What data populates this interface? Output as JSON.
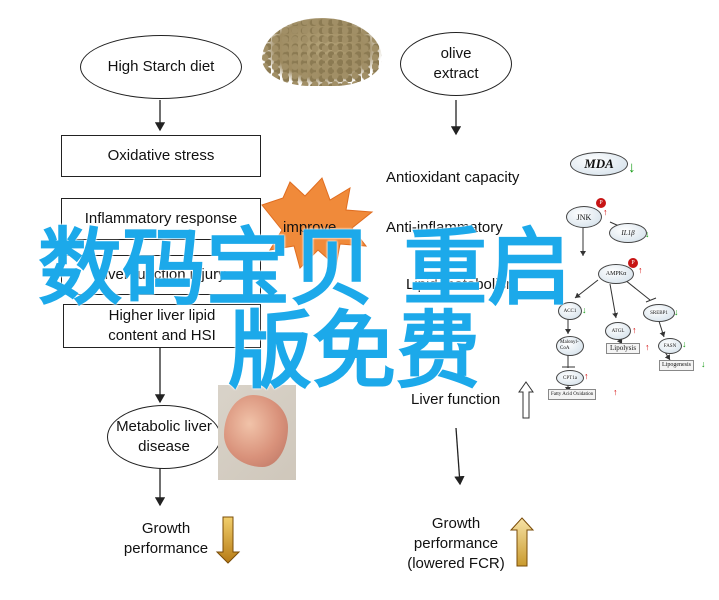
{
  "left_chain": {
    "start": "High Starch diet",
    "steps": [
      "Oxidative stress",
      "Inflammatory response",
      "Liver function injury",
      "Higher liver lipid content and HSI"
    ],
    "disease": "Metabolic liver disease",
    "outcome": "Growth performance"
  },
  "right_chain": {
    "start": "olive extract",
    "steps": [
      "Antioxidant capacity",
      "Anti-inflammatory",
      "Lipid metabolism",
      "Liver function"
    ],
    "outcome": "Growth performance (lowered FCR)"
  },
  "burst_label": "improve",
  "watermark": {
    "line1": "数码宝贝 重启",
    "line2": "版免费"
  },
  "pathway": {
    "mda": "MDA",
    "jnk": "JNK",
    "il1b": "IL1β",
    "p": "P",
    "ampk": "AMPKα",
    "acc": "ACC1",
    "atgl": "ATGL",
    "srebp": "SREBP1",
    "malonyl": "Malonyl-CoA",
    "lipolysis": "Lipolysis",
    "fasn": "FASN",
    "cpt": "CPT1a",
    "lipogenesis": "Lipogenesis",
    "fao": "Fatty Acid Oxidation"
  },
  "colors": {
    "watermark": "#1ca9ea",
    "burst": "#f08a3a",
    "arrow_up_fill": "#f1d48a",
    "arrow_down_fill": "#d8a23a",
    "red": "#d10000",
    "green": "#119a11"
  }
}
